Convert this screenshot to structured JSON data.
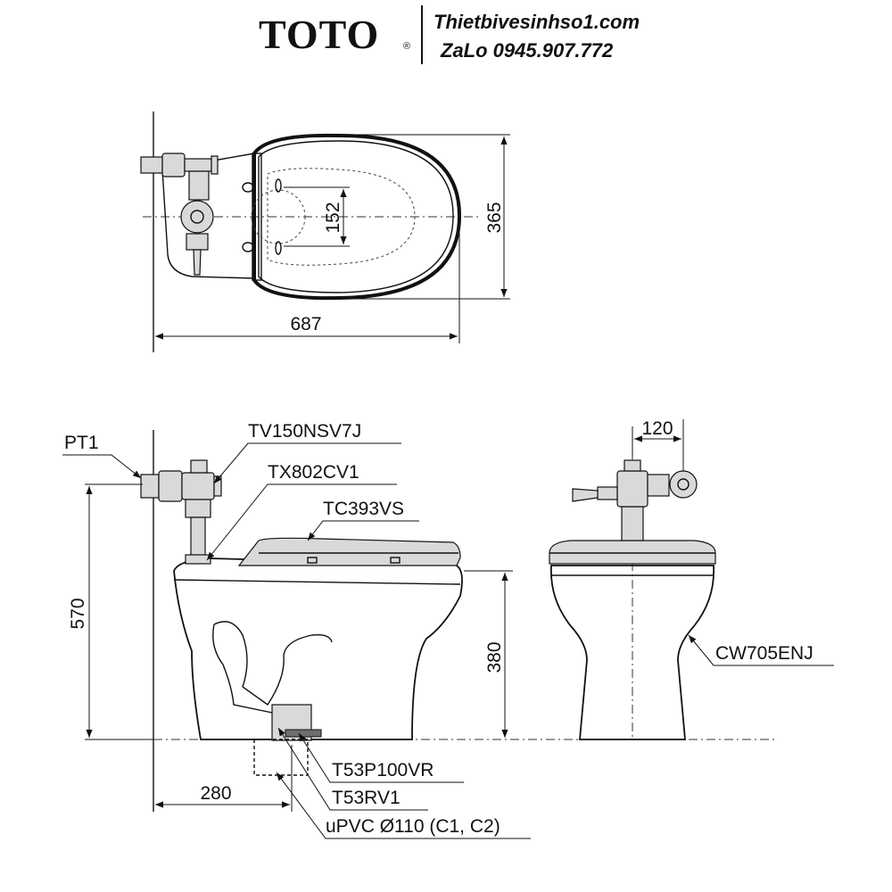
{
  "header": {
    "brand": "TOTO",
    "registered_mark": "®",
    "website": "Thietbivesinhso1.com",
    "contact": "ZaLo 0945.907.772"
  },
  "dimensions": {
    "top_length": "687",
    "top_width": "365",
    "top_inner": "152",
    "front_height": "570",
    "bowl_height": "380",
    "outlet_offset": "280",
    "side_offset": "120"
  },
  "parts": {
    "supply": "PT1",
    "flush_valve": "TV150NSV7J",
    "flush_pipe": "TX802CV1",
    "seat": "TC393VS",
    "outlet_pipe": "T53P100VR",
    "ring": "T53RV1",
    "drain": "uPVC Ø110 (C1, C2)",
    "bowl": "CW705ENJ"
  },
  "colors": {
    "line": "#111111",
    "fill_gray": "#d9d9d9"
  }
}
